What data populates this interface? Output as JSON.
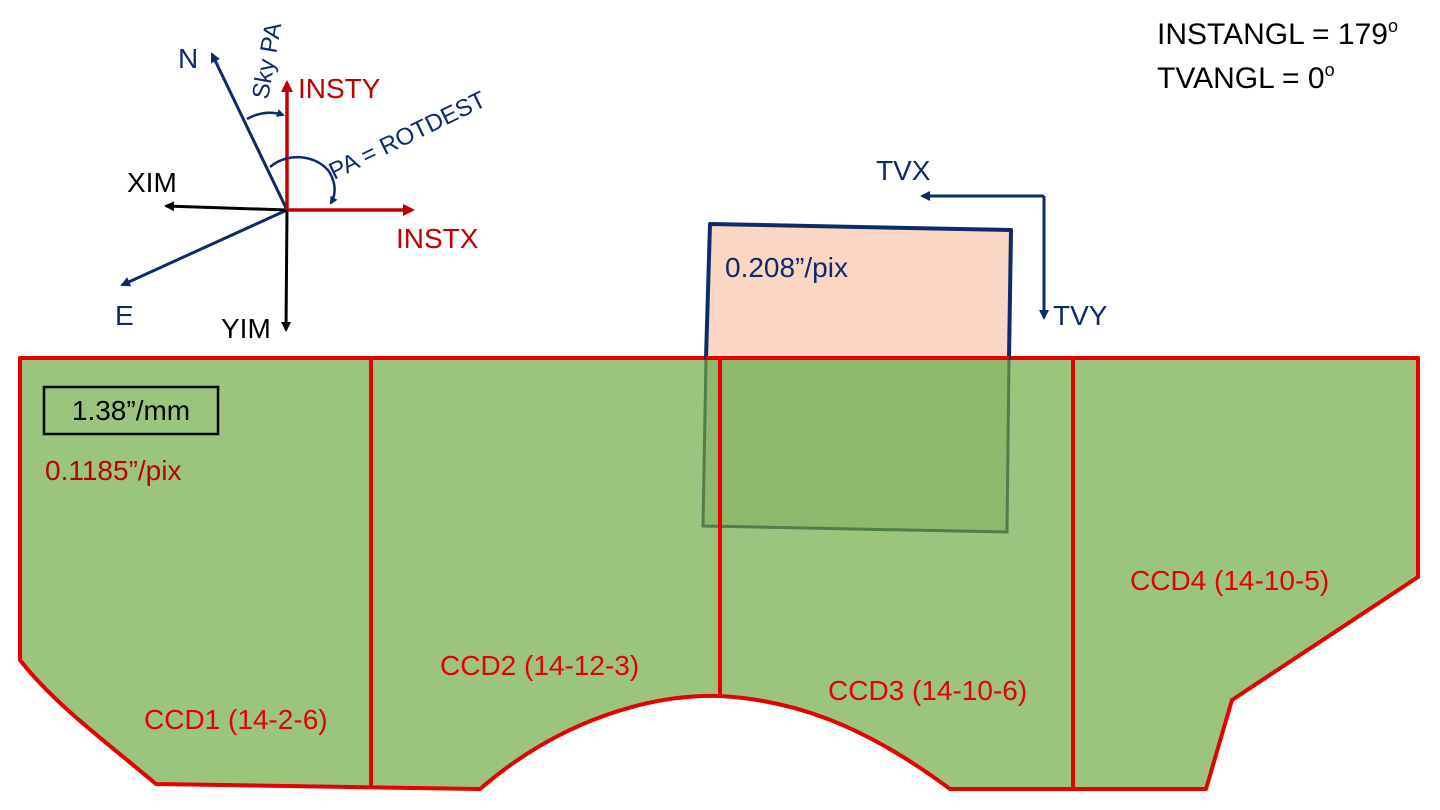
{
  "colors": {
    "navy": "#0d2a6b",
    "red": "#e60000",
    "black": "#000000",
    "ccd_fill": "#9bc47d",
    "tv_fill": "#f9d7c2",
    "tv_overlap_stroke": "#4e7e4a"
  },
  "header": {
    "instangl_label": "INSTANGL = 179",
    "instangl_unit": "o",
    "tvangl_label": "TVANGL = 0",
    "tvangl_unit": "o"
  },
  "compass": {
    "north": "N",
    "east": "E",
    "xim": "XIM",
    "yim": "YIM",
    "insty": "INSTY",
    "instx": "INSTX",
    "sky_pa": "Sky PA",
    "pa_rotdest": "PA = ROTDEST"
  },
  "tv": {
    "scale": "0.208”/pix",
    "tvx": "TVX",
    "tvy": "TVY"
  },
  "mosaic": {
    "plate_scale": "1.38”/mm",
    "pixel_scale": "0.1185”/pix",
    "ccds": [
      {
        "label": "CCD1 (14-2-6)"
      },
      {
        "label": "CCD2 (14-12-3)"
      },
      {
        "label": "CCD3 (14-10-6)"
      },
      {
        "label": "CCD4 (14-10-5)"
      }
    ]
  }
}
